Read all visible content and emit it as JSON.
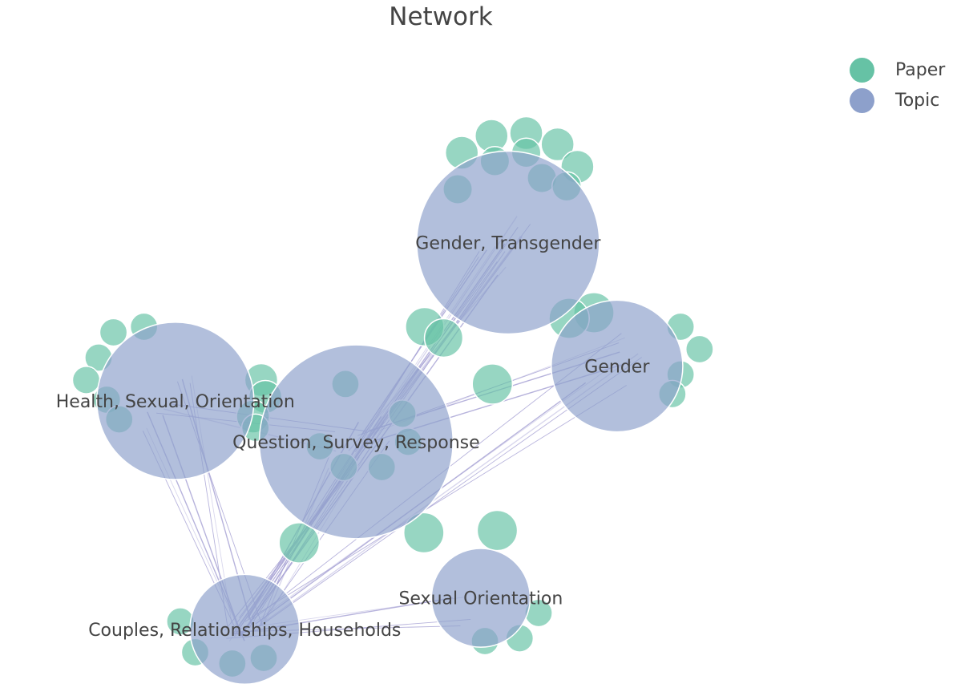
{
  "chart_data": {
    "type": "network",
    "title": "Network",
    "legend": {
      "placement": "top-right",
      "entries": [
        {
          "key": "paper",
          "label": "Paper",
          "color": "#66c2a5"
        },
        {
          "key": "topic",
          "label": "Topic",
          "color": "#8da0cb"
        }
      ]
    },
    "colors": {
      "paper": "#66c2a5",
      "topic": "#8da0cb",
      "edge": "#aaa6d6",
      "node_outline": "#ffffff"
    },
    "topics": [
      {
        "label": "Gender, Transgender",
        "x": 0.596,
        "y": 0.725,
        "size": 1.0
      },
      {
        "label": "Gender",
        "x": 0.728,
        "y": 0.505,
        "size": 0.72
      },
      {
        "label": "Health, Sexual, Orientation",
        "x": 0.193,
        "y": 0.443,
        "size": 0.86
      },
      {
        "label": "Question, Survey, Response",
        "x": 0.412,
        "y": 0.37,
        "size": 1.06
      },
      {
        "label": "Couples, Relationships, Households",
        "x": 0.277,
        "y": 0.036,
        "size": 0.6
      },
      {
        "label": "Sexual Orientation",
        "x": 0.563,
        "y": 0.092,
        "size": 0.54
      }
    ],
    "papers": [
      {
        "x": 0.576,
        "y": 0.915,
        "size": 0.18
      },
      {
        "x": 0.618,
        "y": 0.92,
        "size": 0.18
      },
      {
        "x": 0.656,
        "y": 0.9,
        "size": 0.18
      },
      {
        "x": 0.68,
        "y": 0.86,
        "size": 0.18
      },
      {
        "x": 0.54,
        "y": 0.885,
        "size": 0.18
      },
      {
        "x": 0.58,
        "y": 0.87,
        "size": 0.16
      },
      {
        "x": 0.618,
        "y": 0.885,
        "size": 0.16
      },
      {
        "x": 0.535,
        "y": 0.82,
        "size": 0.16
      },
      {
        "x": 0.637,
        "y": 0.84,
        "size": 0.16
      },
      {
        "x": 0.667,
        "y": 0.825,
        "size": 0.16
      },
      {
        "x": 0.7,
        "y": 0.6,
        "size": 0.22
      },
      {
        "x": 0.67,
        "y": 0.59,
        "size": 0.22
      },
      {
        "x": 0.805,
        "y": 0.575,
        "size": 0.15
      },
      {
        "x": 0.828,
        "y": 0.535,
        "size": 0.15
      },
      {
        "x": 0.805,
        "y": 0.49,
        "size": 0.15
      },
      {
        "x": 0.795,
        "y": 0.455,
        "size": 0.15
      },
      {
        "x": 0.495,
        "y": 0.575,
        "size": 0.21
      },
      {
        "x": 0.518,
        "y": 0.555,
        "size": 0.21
      },
      {
        "x": 0.577,
        "y": 0.473,
        "size": 0.22
      },
      {
        "x": 0.118,
        "y": 0.565,
        "size": 0.15
      },
      {
        "x": 0.155,
        "y": 0.575,
        "size": 0.15
      },
      {
        "x": 0.1,
        "y": 0.52,
        "size": 0.15
      },
      {
        "x": 0.085,
        "y": 0.48,
        "size": 0.15
      },
      {
        "x": 0.11,
        "y": 0.445,
        "size": 0.15
      },
      {
        "x": 0.125,
        "y": 0.41,
        "size": 0.15
      },
      {
        "x": 0.297,
        "y": 0.48,
        "size": 0.18
      },
      {
        "x": 0.302,
        "y": 0.45,
        "size": 0.18
      },
      {
        "x": 0.287,
        "y": 0.415,
        "size": 0.18
      },
      {
        "x": 0.29,
        "y": 0.395,
        "size": 0.15
      },
      {
        "x": 0.399,
        "y": 0.473,
        "size": 0.15
      },
      {
        "x": 0.468,
        "y": 0.42,
        "size": 0.15
      },
      {
        "x": 0.368,
        "y": 0.362,
        "size": 0.15
      },
      {
        "x": 0.475,
        "y": 0.37,
        "size": 0.15
      },
      {
        "x": 0.397,
        "y": 0.325,
        "size": 0.15
      },
      {
        "x": 0.443,
        "y": 0.325,
        "size": 0.15
      },
      {
        "x": 0.343,
        "y": 0.19,
        "size": 0.22
      },
      {
        "x": 0.494,
        "y": 0.208,
        "size": 0.22
      },
      {
        "x": 0.583,
        "y": 0.212,
        "size": 0.22
      },
      {
        "x": 0.199,
        "y": 0.05,
        "size": 0.15
      },
      {
        "x": 0.217,
        "y": -0.005,
        "size": 0.15
      },
      {
        "x": 0.262,
        "y": -0.025,
        "size": 0.15
      },
      {
        "x": 0.3,
        "y": -0.015,
        "size": 0.15
      },
      {
        "x": 0.633,
        "y": 0.065,
        "size": 0.15
      },
      {
        "x": 0.61,
        "y": 0.02,
        "size": 0.15
      },
      {
        "x": 0.568,
        "y": 0.015,
        "size": 0.15
      }
    ],
    "edges": [
      {
        "from": 4,
        "to": 0
      },
      {
        "from": 4,
        "to": 0
      },
      {
        "from": 4,
        "to": 0
      },
      {
        "from": 4,
        "to": 0
      },
      {
        "from": 4,
        "to": 0
      },
      {
        "from": 4,
        "to": 0
      },
      {
        "from": 4,
        "to": 0
      },
      {
        "from": 4,
        "to": 0
      },
      {
        "from": 4,
        "to": 1
      },
      {
        "from": 4,
        "to": 1
      },
      {
        "from": 4,
        "to": 1
      },
      {
        "from": 4,
        "to": 1
      },
      {
        "from": 4,
        "to": 1
      },
      {
        "from": 4,
        "to": 1
      },
      {
        "from": 4,
        "to": 2
      },
      {
        "from": 4,
        "to": 2
      },
      {
        "from": 4,
        "to": 2
      },
      {
        "from": 4,
        "to": 2
      },
      {
        "from": 4,
        "to": 2
      },
      {
        "from": 4,
        "to": 2
      },
      {
        "from": 4,
        "to": 2
      },
      {
        "from": 4,
        "to": 2
      },
      {
        "from": 4,
        "to": 3
      },
      {
        "from": 4,
        "to": 3
      },
      {
        "from": 4,
        "to": 3
      },
      {
        "from": 4,
        "to": 3
      },
      {
        "from": 4,
        "to": 3
      },
      {
        "from": 4,
        "to": 3
      },
      {
        "from": 4,
        "to": 3
      },
      {
        "from": 4,
        "to": 3
      },
      {
        "from": 4,
        "to": 3
      },
      {
        "from": 4,
        "to": 3
      },
      {
        "from": 4,
        "to": 5
      },
      {
        "from": 4,
        "to": 5
      },
      {
        "from": 4,
        "to": 5
      },
      {
        "from": 4,
        "to": 5
      },
      {
        "from": 3,
        "to": 0
      },
      {
        "from": 3,
        "to": 0
      },
      {
        "from": 3,
        "to": 0
      },
      {
        "from": 3,
        "to": 0
      },
      {
        "from": 3,
        "to": 0
      },
      {
        "from": 3,
        "to": 0
      },
      {
        "from": 3,
        "to": 1
      },
      {
        "from": 3,
        "to": 1
      },
      {
        "from": 3,
        "to": 1
      },
      {
        "from": 3,
        "to": 1
      },
      {
        "from": 2,
        "to": 3
      },
      {
        "from": 2,
        "to": 3
      },
      {
        "from": 2,
        "to": 3
      }
    ]
  }
}
